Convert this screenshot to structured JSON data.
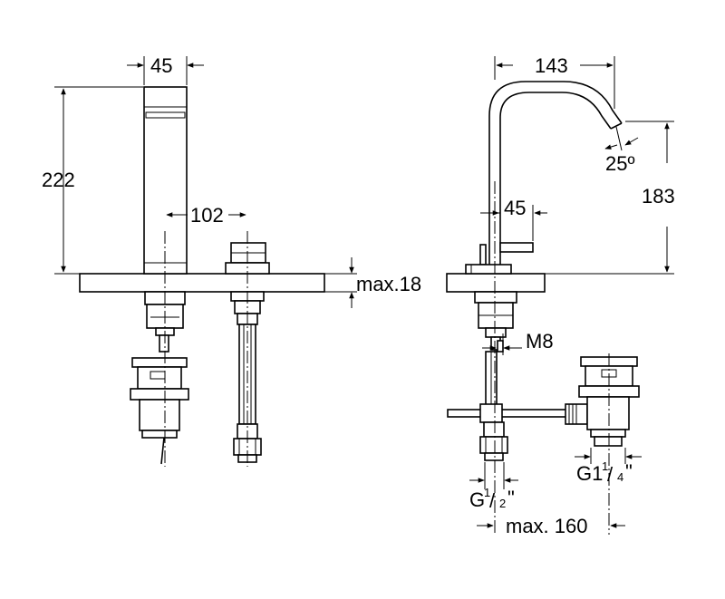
{
  "dimensions": {
    "spout_width": "45",
    "total_height": "222",
    "center_distance": "102",
    "max_deck": "max.18",
    "reach": "143",
    "angle": "25º",
    "spout_height": "183",
    "handle_offset": "45",
    "rod_thread": "M8",
    "inlet_thread_main": "G",
    "inlet_thread_num": "1",
    "inlet_thread_den": "2",
    "inlet_thread_suffix": "\"",
    "waste_thread_main": "G1",
    "waste_thread_num": "1",
    "waste_thread_den": "4",
    "waste_thread_suffix": "\"",
    "max_length": "max. 160"
  }
}
